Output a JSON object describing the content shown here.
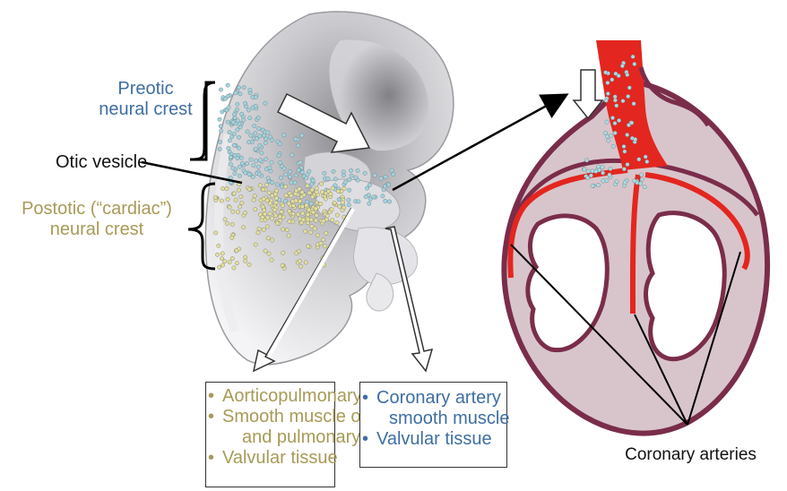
{
  "labels": {
    "preotic": [
      "Preotic",
      "neural crest"
    ],
    "otic": "Otic vesicle",
    "postotic": [
      "Postotic (“cardiac”)",
      "neural crest"
    ],
    "coronary": "Coronary arteries"
  },
  "box_left": {
    "items": [
      "Aorticopulmonary septum",
      "Smooth muscle of the aorta",
      "and pulmonary artery",
      "Valvular tissue"
    ]
  },
  "box_middle": {
    "items": [
      "Coronary artery",
      "smooth muscle",
      "Valvular tissue"
    ]
  },
  "colors": {
    "preotic": "#3e6ea3",
    "postotic": "#a79a57",
    "heart_wall": "#7a2d4a",
    "artery": "#e3261f"
  }
}
